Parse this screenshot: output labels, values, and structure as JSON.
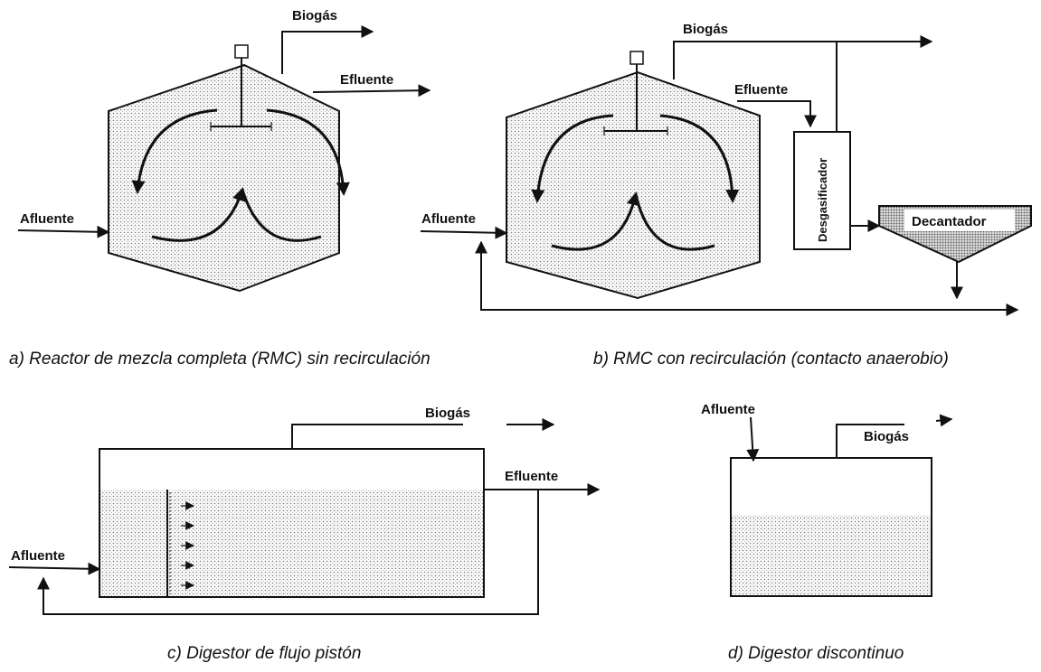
{
  "labels": {
    "biogas": "Biogás",
    "efluente": "Efluente",
    "afluente": "Afluente",
    "desgasificador": "Desgasificador",
    "decantador": "Decantador"
  },
  "captions": {
    "a": "a) Reactor de mezcla completa (RMC) sin recirculación",
    "b": "b) RMC con recirculación (contacto anaerobio)",
    "c": "c) Digestor de flujo pistón",
    "d": "d) Digestor discontinuo"
  },
  "colors": {
    "line": "#111111",
    "fill_dots": "#9a9a9a",
    "background": "#ffffff"
  }
}
